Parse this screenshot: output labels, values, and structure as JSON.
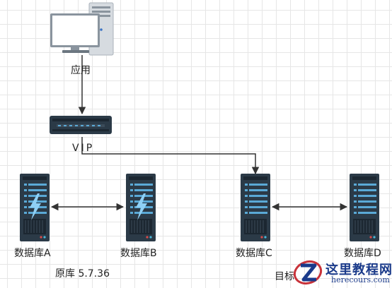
{
  "nodes": {
    "app": {
      "label": "应用"
    },
    "vip": {
      "label": "VIP"
    },
    "db_a": {
      "label": "数据库A",
      "lightning": true
    },
    "db_b": {
      "label": "数据库B",
      "lightning": true
    },
    "db_c": {
      "label": "数据库C",
      "lightning": false
    },
    "db_d": {
      "label": "数据库D",
      "lightning": false
    }
  },
  "groups": {
    "source": {
      "label": "原库 5.7.36"
    },
    "target": {
      "label": "目标"
    }
  },
  "watermark": {
    "title": "这里教程网",
    "url": "herecours.com"
  },
  "colors": {
    "server_body": "#2b3a47",
    "server_accent": "#5aa9d6",
    "lightning": "#8fd0f5",
    "edge": "#333333"
  }
}
